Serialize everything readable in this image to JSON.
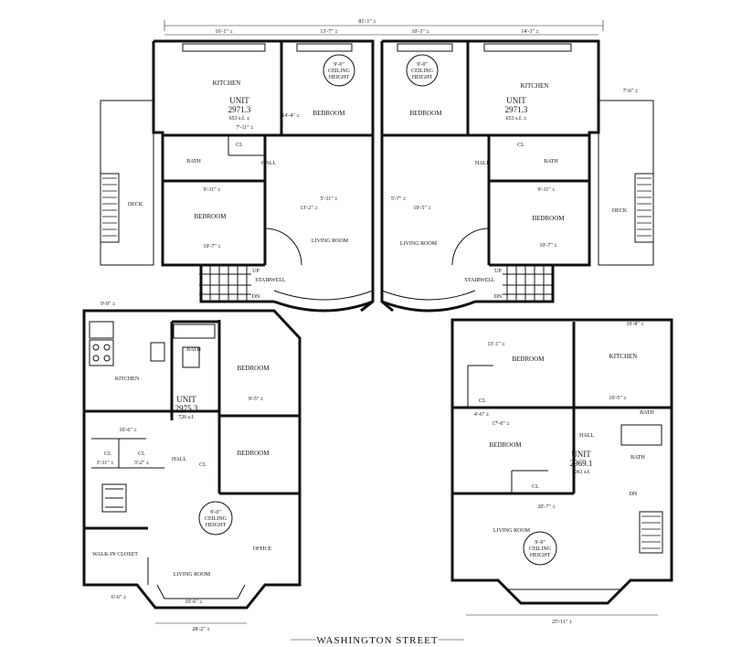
{
  "overall_width": "81'-1\" ±",
  "street": "WASHINGTON STREET",
  "ceiling_badge": [
    "9'-0\"",
    "CEILING",
    "HEIGHT"
  ],
  "top_left_unit": {
    "unit_label": "UNIT",
    "unit_number": "2971.3",
    "unit_area": "653 s.f. ±",
    "rooms": {
      "kitchen": "KITCHEN",
      "bedroom1": "BEDROOM",
      "bath": "BATH",
      "hall": "HALL",
      "closet": "CL",
      "bedroom2": "BEDROOM",
      "living": "LIVING ROOM",
      "deck": "DECK",
      "stairwell": "STAIRWELL",
      "up": "UP",
      "dn": "DN"
    },
    "dims": [
      "16'-1\" ±",
      "13'-7\" ±",
      "7'-11\" ±",
      "14'-4\" ±",
      "9'-11\" ±",
      "10'-7\" ±",
      "13'-2\" ±",
      "5'-11\" ±"
    ]
  },
  "top_right_unit": {
    "unit_label": "UNIT",
    "unit_number": "2971.3",
    "unit_area": "653 s.f. ±",
    "rooms": {
      "kitchen": "KITCHEN",
      "bedroom1": "BEDROOM",
      "bath": "BATH",
      "hall": "HALL",
      "closet": "CL",
      "bedroom2": "BEDROOM",
      "living": "LIVING ROOM",
      "deck": "DECK",
      "stairwell": "STAIRWELL",
      "up": "UP",
      "dn": "DN"
    },
    "dims": [
      "10'-3\" ±",
      "14'-3\" ±",
      "7'-6\" ±",
      "10'-7\" ±",
      "9'-11\" ±",
      "10'-5\" ±",
      "5'-7\" ±"
    ]
  },
  "bottom_left_unit": {
    "unit_label": "UNIT",
    "unit_number": "2975.3",
    "unit_area": "726 s.f.",
    "rooms": {
      "kitchen": "KITCHEN",
      "bath": "BATH",
      "bedroom1": "BEDROOM",
      "bedroom2": "BEDROOM",
      "hall": "HALL",
      "cl1": "CL",
      "cl2": "CL",
      "cl3": "CL",
      "walkin": "WALK-IN CLOSET",
      "living": "LIVING ROOM",
      "office": "OFFICE"
    },
    "dims": [
      "9'-9\" ±",
      "9'-5\" ±",
      "10'-6\" ±",
      "3'-11\" ±",
      "3'-2\" ±",
      "10'-6\" ±",
      "6'-6\" ±",
      "28'-2\" ±"
    ]
  },
  "bottom_right_unit": {
    "unit_label": "UNIT",
    "unit_number": "2969.1",
    "unit_area": "1061 s.f.",
    "rooms": {
      "bedroom1": "BEDROOM",
      "kitchen": "KITCHEN",
      "cl1": "CL",
      "bath": "BATH",
      "hall": "HALL",
      "bedroom2": "BEDROOM",
      "cl2": "CL",
      "living": "LIVING ROOM",
      "dn": "DN"
    },
    "dims": [
      "10'-8\" ±",
      "13'-1\" ±",
      "10'-5\" ±",
      "17'-0\" ±",
      "4'-6\" ±",
      "20'-7\" ±",
      "25'-11\" ±"
    ]
  }
}
